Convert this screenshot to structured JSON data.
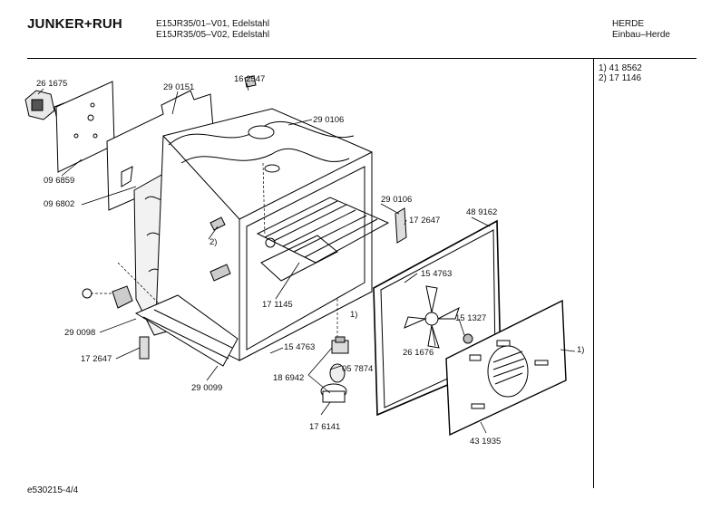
{
  "header": {
    "brand": "JUNKER+RUH",
    "model_line_1": "E15JR35/01–V01, Edelstahl",
    "model_line_2": "E15JR35/05–V02, Edelstahl",
    "category_line_1": "HERDE",
    "category_line_2": "Einbau–Herde"
  },
  "notes": {
    "note_1": "1)  41 8562",
    "note_2": "2)  17 1146"
  },
  "parts": {
    "p261675": "26 1675",
    "p290151": "29 0151",
    "p162547": "16 2547",
    "p290106a": "29 0106",
    "p096859": "09 6859",
    "p096802": "09 6802",
    "p290106b": "29 0106",
    "p172647a": "17 2647",
    "p489162": "48 9162",
    "p154763a": "15 4763",
    "p171145": "17 1145",
    "p151327": "15 1327",
    "p261676": "26 1676",
    "p290098": "29 0098",
    "p172647b": "17 2647",
    "p154763b": "15 4763",
    "p186942": "18 6942",
    "p057874": "05 7874",
    "p290099": "29 0099",
    "p176141": "17 6141",
    "p431935": "43 1935"
  },
  "callouts": {
    "c2": "2)",
    "c1a": "1)",
    "c1b": "1)"
  },
  "footer": {
    "doc_id": "e530215-4/4"
  }
}
